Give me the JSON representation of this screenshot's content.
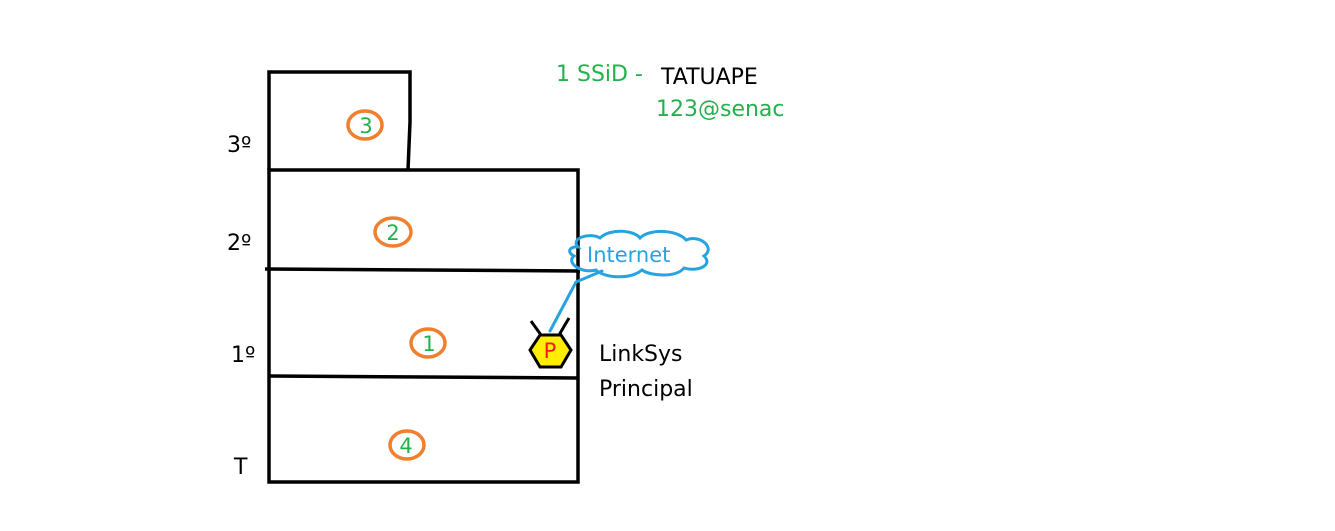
{
  "colors": {
    "outline": "#000000",
    "orange": "#f07f2e",
    "green": "#22b14c",
    "cloud": "#25a4e0",
    "router_fill": "#ffee00",
    "router_text": "#ed1c24"
  },
  "floors": [
    {
      "label": "3º",
      "room": "3"
    },
    {
      "label": "2º",
      "room": "2"
    },
    {
      "label": "1º",
      "room": "1"
    },
    {
      "label": "T",
      "room": "4"
    }
  ],
  "ssid": {
    "prefix": "1 SSiD -",
    "name": "TATUAPE",
    "password": "123@senac"
  },
  "internet": {
    "label": "Internet",
    "icon": "cloud-icon"
  },
  "router": {
    "letter": "P",
    "icon": "router-hexagon-icon",
    "caption_line1": "LinkSys",
    "caption_line2": "Principal"
  }
}
